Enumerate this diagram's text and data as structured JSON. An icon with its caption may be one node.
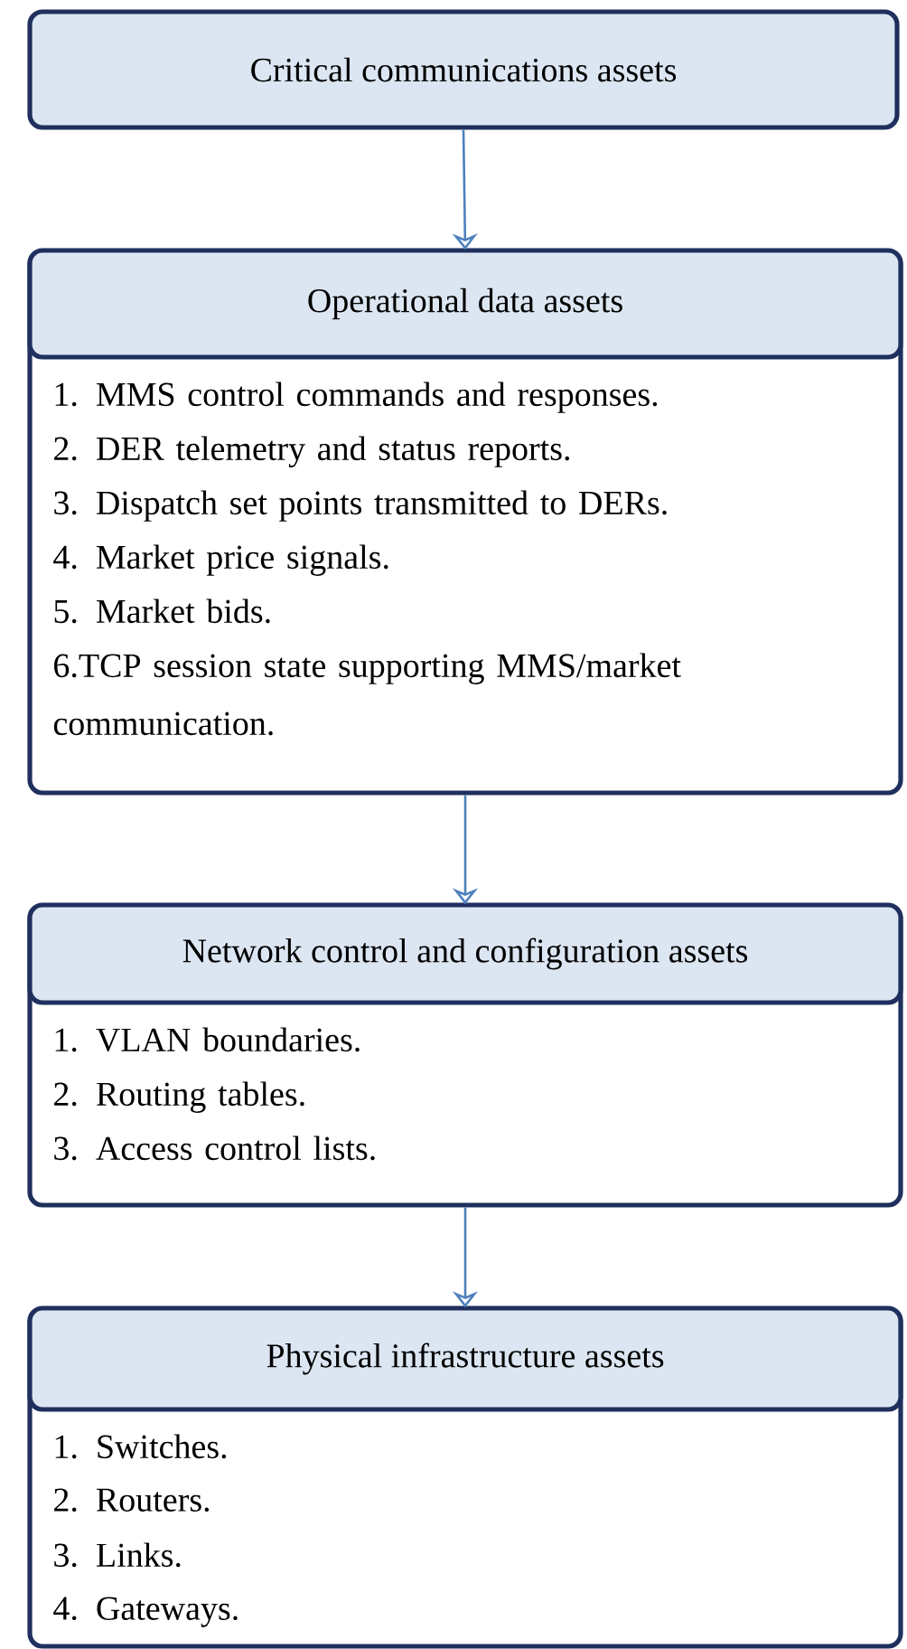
{
  "diagram": {
    "nodes": [
      {
        "text": [
          "Critical communications assets"
        ]
      },
      {
        "text": [
          "Operational data assets",
          "1. MMS control commands and responses.",
          "2. DER telemetry and status reports.",
          "3. Dispatch set points transmitted to DERs.",
          "4. Market price signals.",
          "5. Market bids.",
          "6.TCP session state supporting MMS/market communication."
        ]
      },
      {
        "text": [
          "Network control and configuration assets",
          "1. VLAN boundaries.",
          "2. Routing tables.",
          "3. Access control lists."
        ]
      },
      {
        "text": [
          "Physical infrastructure assets",
          "1. Switches.",
          "2. Routers.",
          "3. Links.",
          "4. Gateways."
        ]
      }
    ],
    "edges": [
      {
        "from": 0,
        "to": 1,
        "arrow": "to"
      },
      {
        "from": 1,
        "to": 2,
        "arrow": "to"
      },
      {
        "from": 2,
        "to": 3,
        "arrow": "to"
      }
    ]
  }
}
